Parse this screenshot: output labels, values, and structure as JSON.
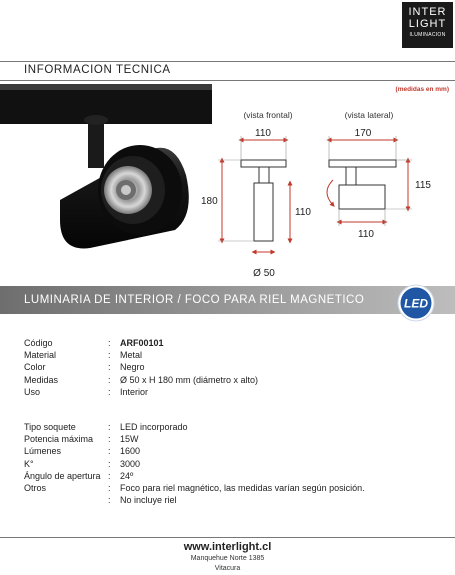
{
  "brand": {
    "line1": "INTER",
    "line2": "LIGHT",
    "line3": "ILUMINACION"
  },
  "section_title": "INFORMACION TECNICA",
  "units_note": "(medidas en mm)",
  "views": {
    "front_label": "(vista frontal)",
    "side_label": "(vista lateral)",
    "front": {
      "width": "110",
      "height_total": "180",
      "body_height": "110",
      "diameter": "Ø 50"
    },
    "side": {
      "length": "170",
      "height": "115",
      "body_length": "110"
    }
  },
  "product_category": "LUMINARIA DE INTERIOR / FOCO PARA RIEL MAGNETICO",
  "led_badge": "LED",
  "specs_group1": [
    {
      "label": "Código",
      "value": "ARF00101",
      "bold": true
    },
    {
      "label": "Material",
      "value": "Metal"
    },
    {
      "label": "Color",
      "value": "Negro"
    },
    {
      "label": "Medidas",
      "value": "Ø 50 x H 180 mm (diámetro x alto)"
    },
    {
      "label": "Uso",
      "value": "Interior"
    }
  ],
  "specs_group2": [
    {
      "label": "Tipo soquete",
      "value": "LED incorporado"
    },
    {
      "label": "Potencia máxima",
      "value": "15W"
    },
    {
      "label": "Lúmenes",
      "value": "1600"
    },
    {
      "label": "K°",
      "value": "3000"
    },
    {
      "label": "Ángulo de apertura",
      "value": "24º"
    },
    {
      "label": "Otros",
      "value": "Foco para riel magnético, las medidas varían según posición."
    },
    {
      "label": "",
      "value": "No incluye riel"
    }
  ],
  "footer": {
    "url": "www.interlight.cl",
    "address1": "Manquehue Norte 1385",
    "address2": "Vitacura"
  },
  "colors": {
    "dim_accent": "#c0392b",
    "band": "#8a8a8a",
    "led_blue": "#1f57a5"
  }
}
